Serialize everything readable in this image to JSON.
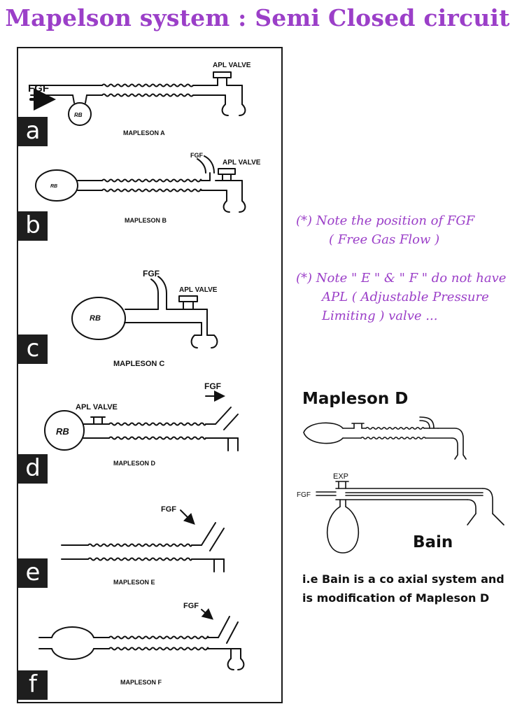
{
  "title": "Mapelson system : Semi Closed circuit",
  "panels": [
    {
      "letter": "a",
      "name": "MAPLESON A",
      "labels": {
        "fgf": "FGF",
        "rb": "RB",
        "apl": "APL VALVE"
      }
    },
    {
      "letter": "b",
      "name": "MAPLESON B",
      "labels": {
        "fgf": "FGF",
        "rb": "RB",
        "apl": "APL VALVE"
      }
    },
    {
      "letter": "c",
      "name": "MAPLESON C",
      "labels": {
        "fgf": "FGF",
        "rb": "RB",
        "apl": "APL VALVE"
      }
    },
    {
      "letter": "d",
      "name": "MAPLESON D",
      "labels": {
        "fgf": "FGF",
        "rb": "RB",
        "apl": "APL VALVE"
      }
    },
    {
      "letter": "e",
      "name": "MAPLESON E",
      "labels": {
        "fgf": "FGF"
      }
    },
    {
      "letter": "f",
      "name": "MAPLESON F",
      "labels": {
        "fgf": "FGF"
      }
    }
  ],
  "notes": {
    "note1_line1": "(*) Note the position of FGF",
    "note1_line2": "( Free Gas Flow )",
    "note2_line1": "(*) Note \" E \" & \" F \" do not have",
    "note2_line2": "APL ( Adjustable Pressure",
    "note2_line3": "Limiting ) valve ..."
  },
  "right_diagrams": {
    "mapleson_d_title": "Mapleson D",
    "bain_title": "Bain",
    "exp_label": "EXP",
    "fgf_label": "FGF"
  },
  "caption": {
    "line1": "i.e Bain is a co axial system and",
    "line2": "is modification of Mapleson D"
  },
  "colors": {
    "accent": "#9b3fc8",
    "line": "#111111"
  }
}
